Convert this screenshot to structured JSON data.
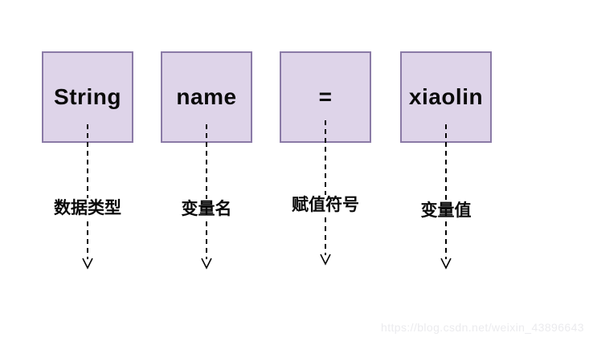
{
  "diagram": {
    "columns": [
      {
        "box_text": "String",
        "label": "数据类型"
      },
      {
        "box_text": "name",
        "label": "变量名"
      },
      {
        "box_text": "=",
        "label": "赋值符号"
      },
      {
        "box_text": "xiaolin",
        "label": "变量值"
      }
    ],
    "colors": {
      "box_fill": "#ded4e9",
      "box_border": "#8a7aa6",
      "arrow": "#000000",
      "text": "#0a0a0a",
      "watermark": "#ebebee"
    }
  },
  "watermark": {
    "text": "https://blog.csdn.net/weixin_43896643"
  }
}
